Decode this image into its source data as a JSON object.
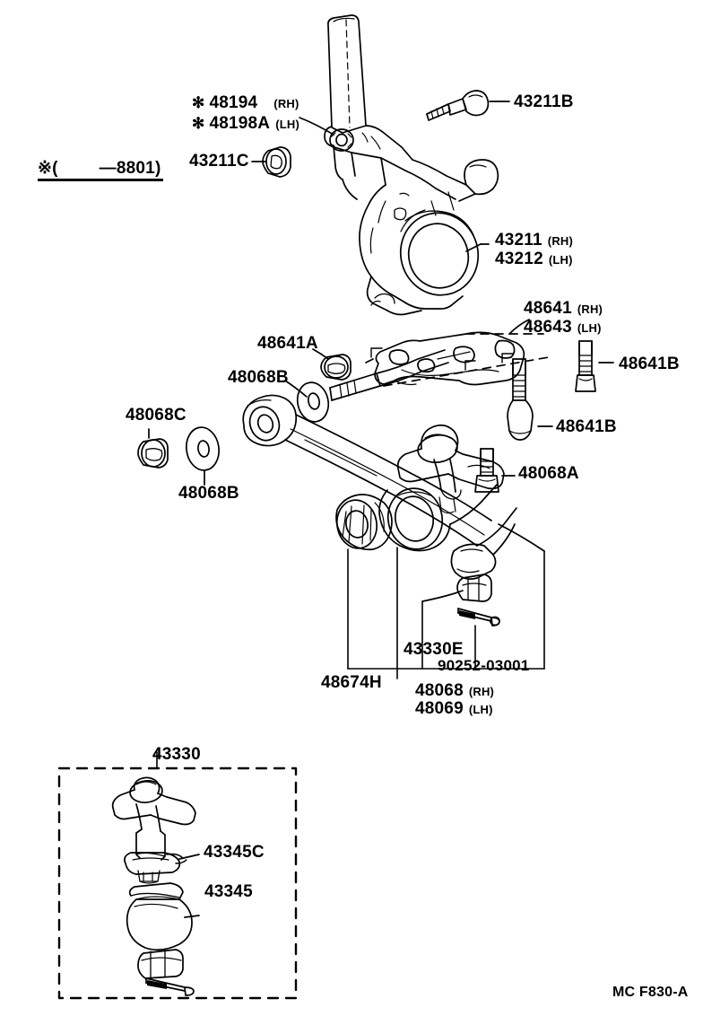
{
  "document": {
    "kind": "toyota-parts-illustration",
    "footer_code": "MC F830-A",
    "background": "#ffffff",
    "line_color": "#000000"
  },
  "note": {
    "symbol": "※",
    "open_paren": "(",
    "range": "—8801",
    "close_paren": ")"
  },
  "labels": {
    "knuckle_arm_rh": {
      "number": "48194",
      "side": "(RH)",
      "marker": "✻"
    },
    "knuckle_arm_lh": {
      "number": "48198A",
      "side": "(LH)",
      "marker": "✻"
    },
    "nut_43211c": {
      "number": "43211C"
    },
    "bolt_43211b": {
      "number": "43211B"
    },
    "knuckle_rh": {
      "number": "43211",
      "side": "(RH)"
    },
    "knuckle_lh": {
      "number": "43212",
      "side": "(LH)"
    },
    "bracket_rh": {
      "number": "48641",
      "side": "(RH)"
    },
    "bracket_lh": {
      "number": "48643",
      "side": "(LH)"
    },
    "nut_48641a": {
      "number": "48641A"
    },
    "bolt_48641b_right": {
      "number": "48641B"
    },
    "bolt_48641b_lower": {
      "number": "48641B"
    },
    "washer_48068b_upper": {
      "number": "48068B"
    },
    "nut_48068c": {
      "number": "48068C"
    },
    "washer_48068b_lower": {
      "number": "48068B"
    },
    "bolt_48068a": {
      "number": "48068A"
    },
    "bush_48674h": {
      "number": "48674H"
    },
    "ball_joint_43330e": {
      "number": "43330E"
    },
    "pin_90252": {
      "number": "90252-03001"
    },
    "arm_rh": {
      "number": "48068",
      "side": "(RH)"
    },
    "arm_lh": {
      "number": "48069",
      "side": "(LH)"
    },
    "inset_title": {
      "number": "43330"
    },
    "clip_43345c": {
      "number": "43345C"
    },
    "boot_43345": {
      "number": "43345"
    }
  }
}
